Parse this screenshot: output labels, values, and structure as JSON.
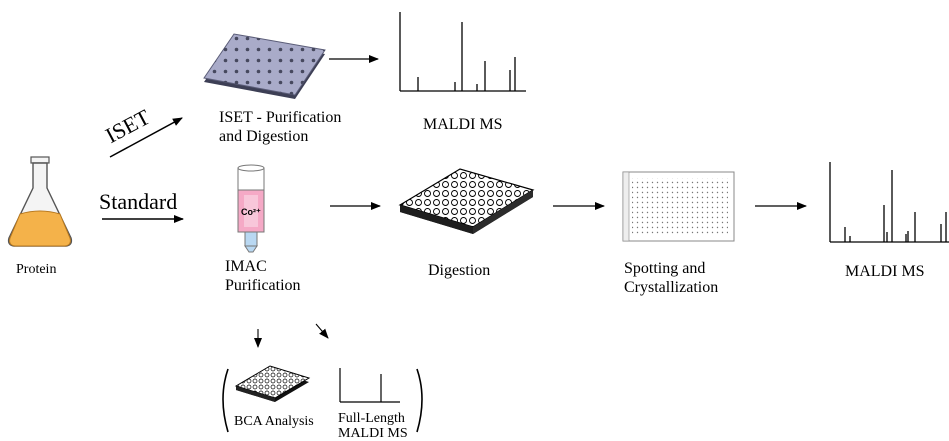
{
  "labels": {
    "protein": "Protein",
    "iset": "ISET",
    "standard": "Standard",
    "iset_step": "ISET - Purification and Digestion",
    "maldi_top": "MALDI MS",
    "imac": "IMAC Purification",
    "cobalt": "Co²⁺",
    "digestion": "Digestion",
    "spotting": "Spotting and Crystallization",
    "maldi_right": "MALDI MS",
    "bca": "BCA Analysis",
    "full_length": "Full-Length MALDI MS"
  },
  "colors": {
    "flask_liquid": "#F4B24A",
    "iset_plate": "#A9ABC9",
    "column_pink": "#F5A9C6",
    "column_tip": "#B9D8F2"
  }
}
